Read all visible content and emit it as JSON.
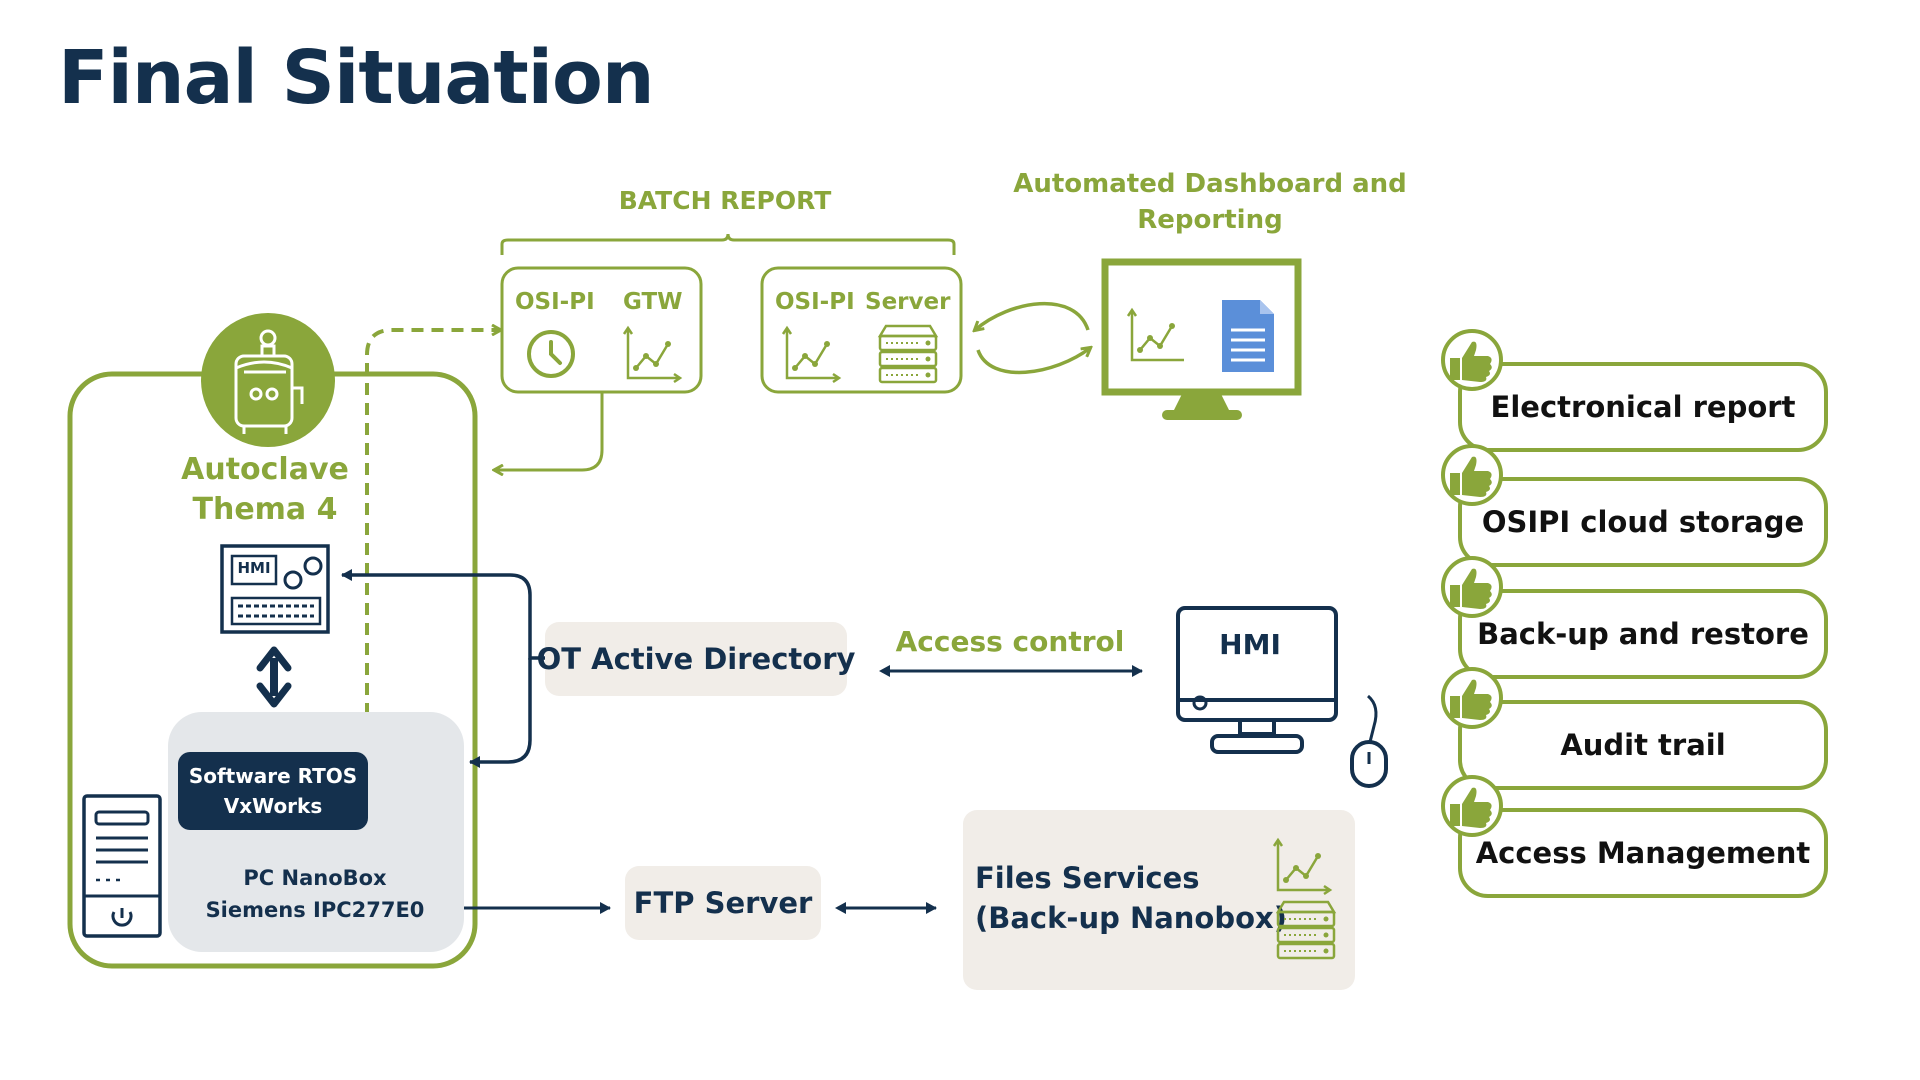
{
  "title": "Final Situation",
  "batch_report": {
    "title": "BATCH REPORT",
    "gtw_box": {
      "left_label": "OSI-PI",
      "right_label": "GTW"
    },
    "server_box": {
      "left_label": "OSI-PI",
      "right_label": "Server"
    }
  },
  "dashboard": {
    "title_line1": "Automated Dashboard and",
    "title_line2": "Reporting"
  },
  "autoclave": {
    "line1": "Autoclave",
    "line2": "Thema 4",
    "hmi_panel_text": "HMI"
  },
  "pc": {
    "rtos_line1": "Software RTOS",
    "rtos_line2": "VxWorks",
    "label_line1": "PC NanoBox",
    "label_line2": "Siemens IPC277E0"
  },
  "ot_active_directory": "OT Active Directory",
  "access_control": "Access control",
  "hmi_station": "HMI",
  "ftp_server": "FTP Server",
  "files_services": {
    "line1": "Files Services",
    "line2": "(Back-up Nanobox)"
  },
  "benefits": [
    {
      "label": "Electronical report"
    },
    {
      "label": "OSIPI cloud storage"
    },
    {
      "label": "Back-up and restore"
    },
    {
      "label": "Audit trail"
    },
    {
      "label": "Access Management"
    }
  ],
  "colors": {
    "green": "#8aa63b",
    "navy": "#14304d",
    "beige": "#f1ede8",
    "light_grey": "#e4e7ea",
    "doc_blue": "#5b8fd9"
  }
}
